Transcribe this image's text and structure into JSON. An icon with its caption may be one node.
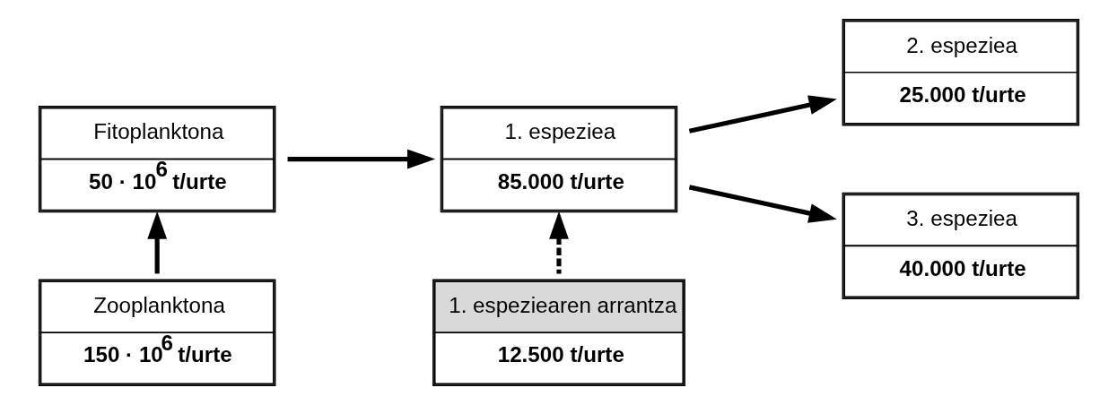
{
  "diagram": {
    "nodes": [
      {
        "text": [
          "Fitoplanktona",
          "50 · 10$^{6}$ t/urte"
        ]
      },
      {
        "text": [
          "Zooplanktona",
          "150 · 10$^{6}$ t/urte"
        ]
      },
      {
        "text": [
          "1. espeziea",
          "85.000 t/urte"
        ]
      },
      {
        "text": [
          "1. espeziearen arrantza",
          "12.500 t/urte"
        ]
      },
      {
        "text": [
          "2. espeziea",
          "25.000 t/urte"
        ]
      },
      {
        "text": [
          "3. espeziea",
          "40.000 t/urte"
        ]
      }
    ],
    "edges": [
      {
        "from": 1,
        "to": 0,
        "arrow": "to"
      },
      {
        "from": 0,
        "to": 2,
        "arrow": "to"
      },
      {
        "from": 3,
        "to": 2,
        "arrow": "to",
        "style": "dashed"
      },
      {
        "from": 2,
        "to": 4,
        "arrow": "to"
      },
      {
        "from": 2,
        "to": 5,
        "arrow": "to"
      }
    ]
  }
}
